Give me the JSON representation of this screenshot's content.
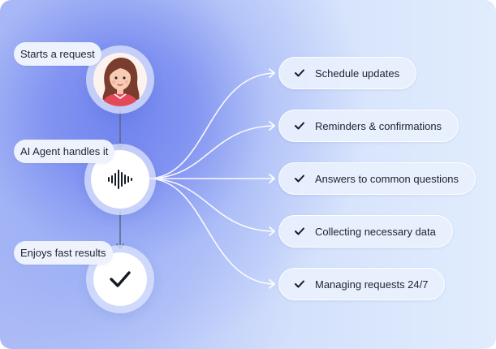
{
  "steps": {
    "request": {
      "label": "Starts a request",
      "icon": "person-avatar-icon"
    },
    "agent": {
      "label": "AI Agent handles it",
      "icon": "sound-wave-icon"
    },
    "result": {
      "label": "Enjoys fast results",
      "icon": "checkmark-icon"
    }
  },
  "outcomes": [
    {
      "label": "Schedule updates",
      "icon": "check-icon"
    },
    {
      "label": "Reminders & confirmations",
      "icon": "check-icon"
    },
    {
      "label": "Answers to common questions",
      "icon": "check-icon"
    },
    {
      "label": "Collecting necessary data",
      "icon": "check-icon"
    },
    {
      "label": "Managing requests 24/7",
      "icon": "check-icon"
    }
  ],
  "colors": {
    "accent": "#5b6fe8",
    "connector": "#5d6b86",
    "branch": "#ffffff",
    "text": "#1e2330"
  }
}
